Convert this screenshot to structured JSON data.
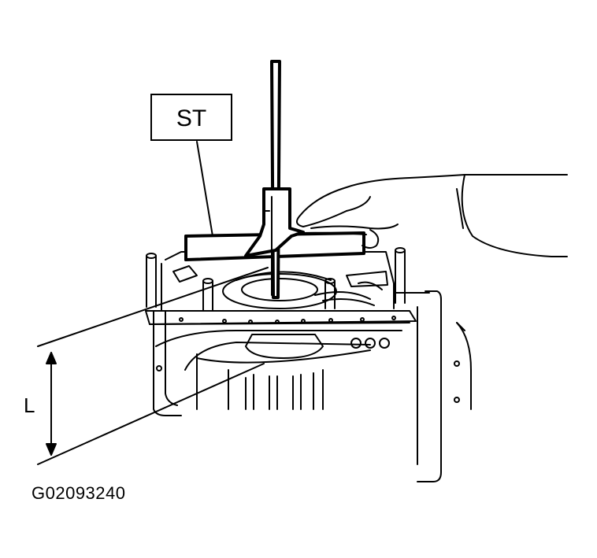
{
  "callout": {
    "label": "ST"
  },
  "dimension": {
    "label": "L"
  },
  "figure": {
    "code": "G02093240"
  },
  "colors": {
    "ink": "#000000",
    "paper": "#ffffff"
  }
}
